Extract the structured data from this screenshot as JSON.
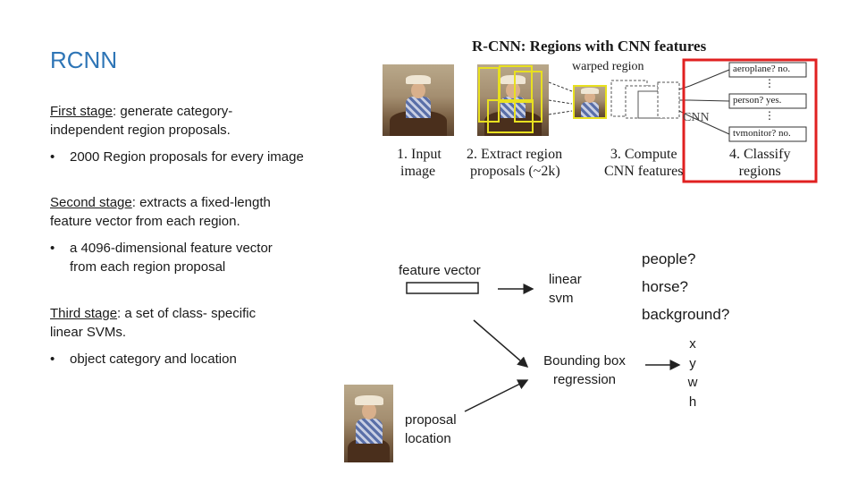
{
  "slide": {
    "title": "RCNN",
    "stage1": {
      "label": "First stage",
      "rest_line1": ": generate category-",
      "line2": "independent region proposals.",
      "bullet": "2000 Region proposals for every image"
    },
    "stage2": {
      "label": "Second stage",
      "rest_line1": ": extracts a fixed-length",
      "line2": "feature vector from each region.",
      "bullet_line1": "a 4096-dimensional feature vector",
      "bullet_line2": "from each region proposal"
    },
    "stage3": {
      "label": "Third stage",
      "rest_line1": ": a set of class- specific",
      "line2": "linear SVMs.",
      "bullet": "object category  and location"
    },
    "bullet_symbol": "•"
  },
  "figure": {
    "title": "R-CNN: Regions with CNN features",
    "warped_region": "warped region",
    "cnn": "CNN",
    "classes": [
      "aeroplane? no.",
      "person? yes.",
      "tvmonitor? no."
    ],
    "ellipsis": "⋮",
    "steps": [
      {
        "line1": "1. Input",
        "line2": "image"
      },
      {
        "line1": "2. Extract region",
        "line2": "proposals (~2k)"
      },
      {
        "line1": "3. Compute",
        "line2": "CNN features"
      },
      {
        "line1": "4. Classify",
        "line2": "regions"
      }
    ],
    "highlight_color": "#e02020",
    "proposal_color": "#e8e020"
  },
  "pipeline": {
    "feature_vector": "feature vector",
    "linear": "linear",
    "svm": "svm",
    "outputs": [
      "people?",
      "horse?",
      "background?"
    ],
    "bbox_line1": "Bounding box",
    "bbox_line2": "regression",
    "coords": [
      "x",
      "y",
      "w",
      "h"
    ],
    "proposal_line1": "proposal",
    "proposal_line2": "location"
  }
}
